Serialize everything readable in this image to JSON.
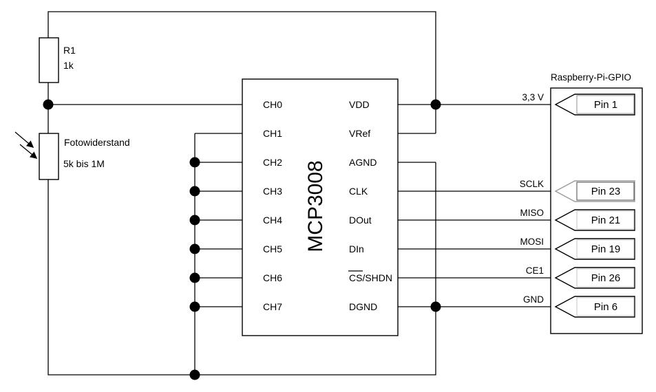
{
  "colors": {
    "background": "#ffffff",
    "line": "#000000"
  },
  "components": {
    "resistor": {
      "designator": "R1",
      "value": "1k"
    },
    "photoresistor": {
      "label": "Fotowiderstand",
      "value": "5k bis 1M"
    },
    "adc": {
      "label": "MCP3008",
      "left_pins": [
        "CH0",
        "CH1",
        "CH2",
        "CH3",
        "CH4",
        "CH5",
        "CH6",
        "CH7"
      ],
      "right_pins": [
        "VDD",
        "VRef",
        "AGND",
        "CLK",
        "DOut",
        "DIn",
        "CS/SHDN",
        "DGND"
      ]
    },
    "gpio": {
      "title": "Raspberry-Pi-GPIO",
      "connections": [
        {
          "signal": "3,3 V",
          "pin": "Pin 1",
          "flag_border": "#000000",
          "inner_border": "#8f8f8f"
        },
        {
          "signal": "SCLK",
          "pin": "Pin 23",
          "flag_border": "#9b9b9b",
          "inner_border": "#4a4a4a"
        },
        {
          "signal": "MISO",
          "pin": "Pin 21",
          "flag_border": "#000000",
          "inner_border": "#c4c4c4"
        },
        {
          "signal": "MOSI",
          "pin": "Pin 19",
          "flag_border": "#000000",
          "inner_border": "#c4c4c4"
        },
        {
          "signal": "CE1",
          "pin": "Pin 26",
          "flag_border": "#000000",
          "inner_border": "#c4c4c4"
        },
        {
          "signal": "GND",
          "pin": "Pin 6",
          "flag_border": "#000000",
          "inner_border": "#c4c4c4"
        }
      ]
    }
  }
}
